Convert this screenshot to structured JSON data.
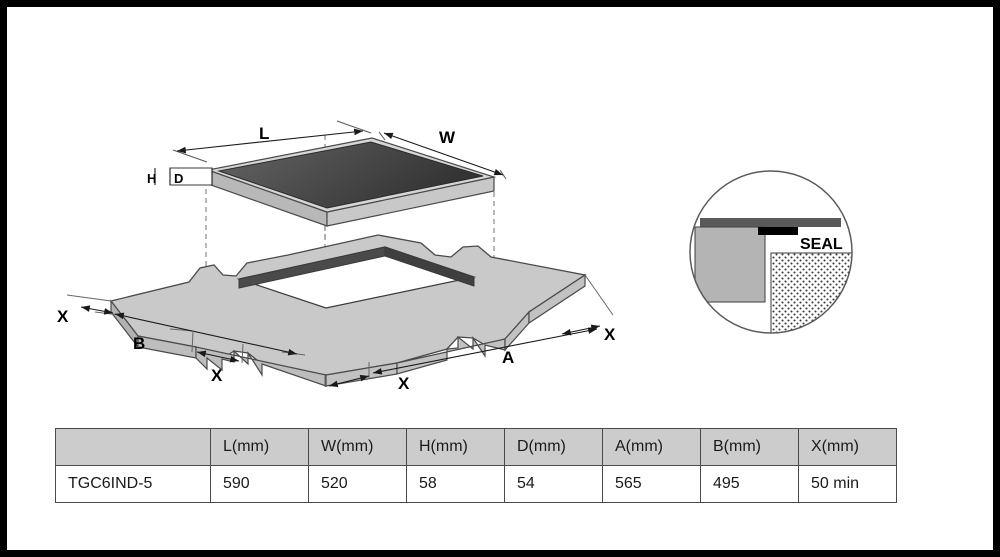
{
  "page": {
    "title": "Induction hob installation dimensions diagram",
    "border_color": "#000000",
    "background": "#ffffff"
  },
  "hob_diagram": {
    "name": "exploded-installation-view",
    "labels": {
      "length": "L",
      "width": "W",
      "height": "H",
      "depth": "D",
      "cutout_a": "A",
      "cutout_b": "B",
      "clearance_1": "X",
      "clearance_2": "X",
      "clearance_3": "X",
      "clearance_4": "X"
    },
    "colors": {
      "glass_light": "#606060",
      "glass_dark": "#383838",
      "hob_frame": "#d2d2d2",
      "hob_body_front": "#c4c4c4",
      "hob_body_side": "#b4b4b4",
      "worktop_top": "#c9c9c9",
      "worktop_edge": "#bdbdbd",
      "cutout_wall": "#4a4a4a",
      "line": "#1a1a1a"
    }
  },
  "seal_detail": {
    "name": "seal-detail-callout",
    "label": "SEAL",
    "colors": {
      "circle_stroke": "#5a5a5a",
      "hob_top": "#5a5a5a",
      "hob_body": "#b0b0b0",
      "seal_strip": "#000000",
      "worktop_hatch_bg": "#ffffff",
      "worktop_hatch_dot": "#333333"
    }
  },
  "spec_table": {
    "name": "dimensions-table",
    "headers": [
      "",
      "L(mm)",
      "W(mm)",
      "H(mm)",
      "D(mm)",
      "A(mm)",
      "B(mm)",
      "X(mm)"
    ],
    "rows": [
      {
        "model": "TGC6IND-5",
        "values": [
          "590",
          "520",
          "58",
          "54",
          "565",
          "495",
          "50 min"
        ]
      }
    ],
    "header_background": "#cccccc",
    "border_color": "#4a4a4a"
  }
}
